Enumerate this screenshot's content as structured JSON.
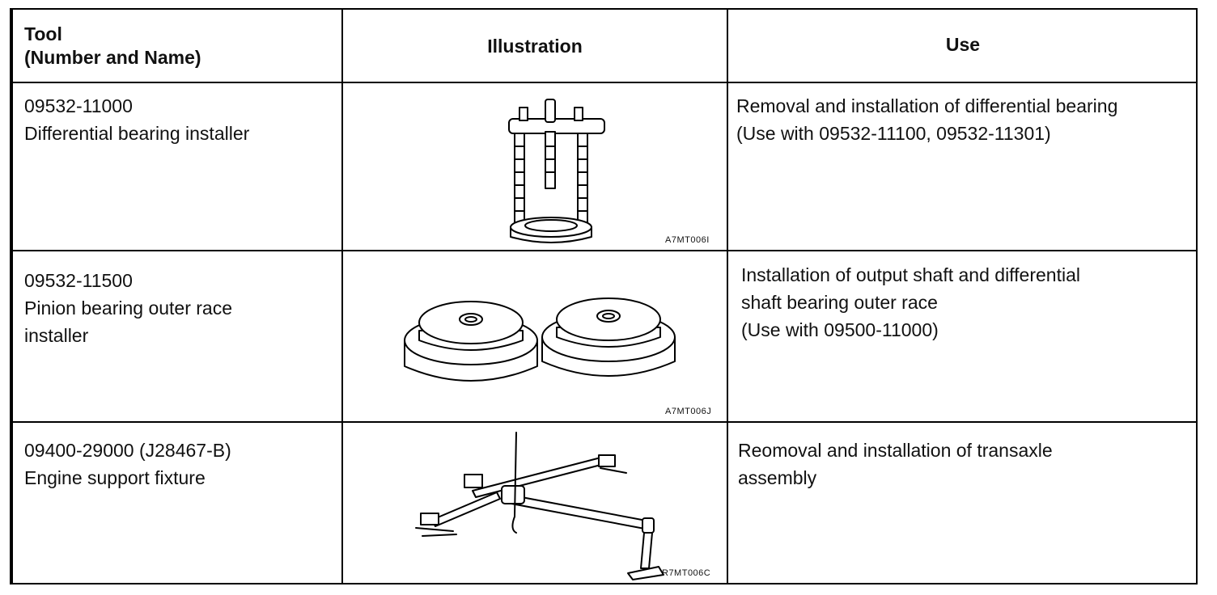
{
  "header": {
    "tool_line1": "Tool",
    "tool_line2": "(Number and Name)",
    "illustration": "Illustration",
    "use": "Use"
  },
  "rows": [
    {
      "number": "09532-11000",
      "name": "Differential bearing installer",
      "name_line2": "",
      "use_lines": [
        "Removal and installation of differential bearing",
        "(Use with 09532-11100, 09532-11301)",
        ""
      ],
      "figure_code": "A7MT006I",
      "figure_icon": "bearing-installer-press-icon"
    },
    {
      "number": "09532-11500",
      "name": "Pinion bearing outer race",
      "name_line2": "installer",
      "use_lines": [
        "Installation of output shaft and differential",
        "shaft bearing outer race",
        "(Use with 09500-11000)"
      ],
      "figure_code": "A7MT006J",
      "figure_icon": "outer-race-installer-discs-icon"
    },
    {
      "number": "09400-29000 (J28467-B)",
      "name": "Engine support fixture",
      "name_line2": "",
      "use_lines": [
        "Reomoval and installation of transaxle",
        "assembly",
        ""
      ],
      "figure_code": "R7MT006C",
      "figure_icon": "engine-support-fixture-icon"
    }
  ]
}
